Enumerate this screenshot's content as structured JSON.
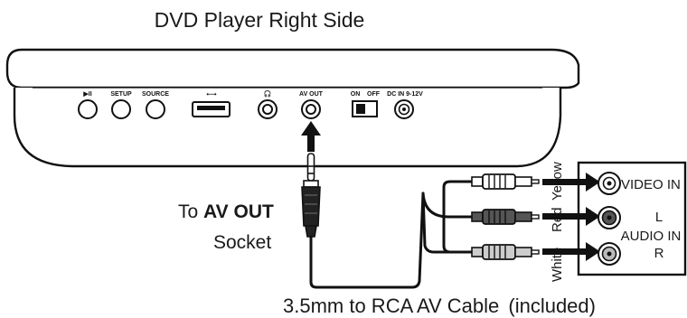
{
  "title": "DVD Player Right Side",
  "port_labels": {
    "play": "▶II",
    "setup": "SETUP",
    "source": "SOURCE",
    "usb": "⭠⭢",
    "headphone": "🎧",
    "av_out": "AV OUT",
    "on": "ON",
    "off": "OFF",
    "dc_in": "DC IN 9-12V"
  },
  "callout": {
    "prefix": "To",
    "emphasis": "AV OUT",
    "second_line": "Socket"
  },
  "plug_colors": [
    "White",
    "Red",
    "Yellow"
  ],
  "tv_inputs": {
    "video": "VIDEO IN",
    "left": "L",
    "audio": "AUDIO IN",
    "right": "R"
  },
  "caption": {
    "main": "3.5mm to RCA AV Cable",
    "note": "(included)"
  }
}
